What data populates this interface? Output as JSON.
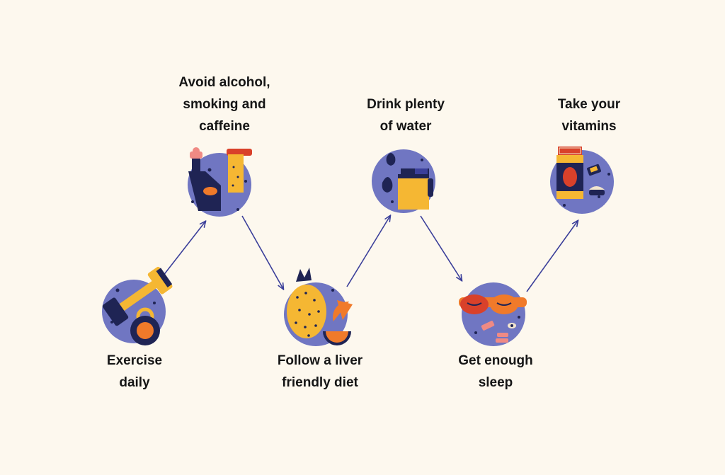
{
  "colors": {
    "background": "#fdf8ee",
    "circle": "#7076c2",
    "arrow": "#3b3f9a",
    "navy": "#1f2454",
    "orange": "#f07a2a",
    "yellow": "#f5b733",
    "red": "#d9412a",
    "pink": "#f08a84",
    "cream": "#f3e6cf"
  },
  "steps": [
    {
      "label": "Exercise\ndaily",
      "icon": "dumbbell-kettlebell-icon"
    },
    {
      "label": "Avoid alcohol,\nsmoking and\ncaffeine",
      "icon": "bottle-cigarette-icon"
    },
    {
      "label": "Follow a liver\nfriendly diet",
      "icon": "pineapple-orange-icon"
    },
    {
      "label": "Drink plenty\nof water",
      "icon": "water-jug-icon"
    },
    {
      "label": "Get enough\nsleep",
      "icon": "sleep-mask-icon"
    },
    {
      "label": "Take your\nvitamins",
      "icon": "vitamin-jar-icon"
    }
  ]
}
